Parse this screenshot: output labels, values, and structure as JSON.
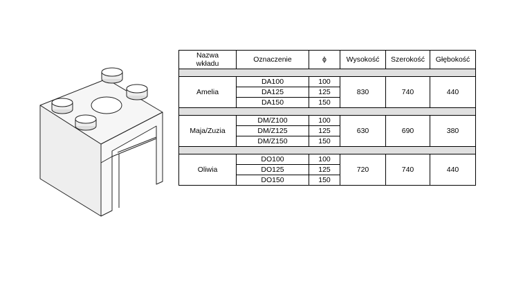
{
  "table": {
    "headers": {
      "nazwa_line1": "Nazwa",
      "nazwa_line2": "wkładu",
      "oznaczenie": "Oznaczenie",
      "phi": "ϕ",
      "wysokosc": "Wysokość",
      "szerokosc": "Szerokość",
      "glebokosc": "Głębokość"
    },
    "groups": [
      {
        "name": "Amelia",
        "rows": [
          {
            "code": "DA100",
            "phi": "100"
          },
          {
            "code": "DA125",
            "phi": "125"
          },
          {
            "code": "DA150",
            "phi": "150"
          }
        ],
        "wysokosc": "830",
        "szerokosc": "740",
        "glebokosc": "440"
      },
      {
        "name": "Maja/Zuzia",
        "rows": [
          {
            "code": "DM/Z100",
            "phi": "100"
          },
          {
            "code": "DM/Z125",
            "phi": "125"
          },
          {
            "code": "DM/Z150",
            "phi": "150"
          }
        ],
        "wysokosc": "630",
        "szerokosc": "690",
        "glebokosc": "380"
      },
      {
        "name": "Oliwia",
        "rows": [
          {
            "code": "DO100",
            "phi": "100"
          },
          {
            "code": "DO125",
            "phi": "125"
          },
          {
            "code": "DO150",
            "phi": "150"
          }
        ],
        "wysokosc": "720",
        "szerokosc": "740",
        "glebokosc": "440"
      }
    ]
  },
  "colors": {
    "border": "#000000",
    "separator": "#e0e0e0",
    "drawing_fill": "#f2f2f2"
  }
}
